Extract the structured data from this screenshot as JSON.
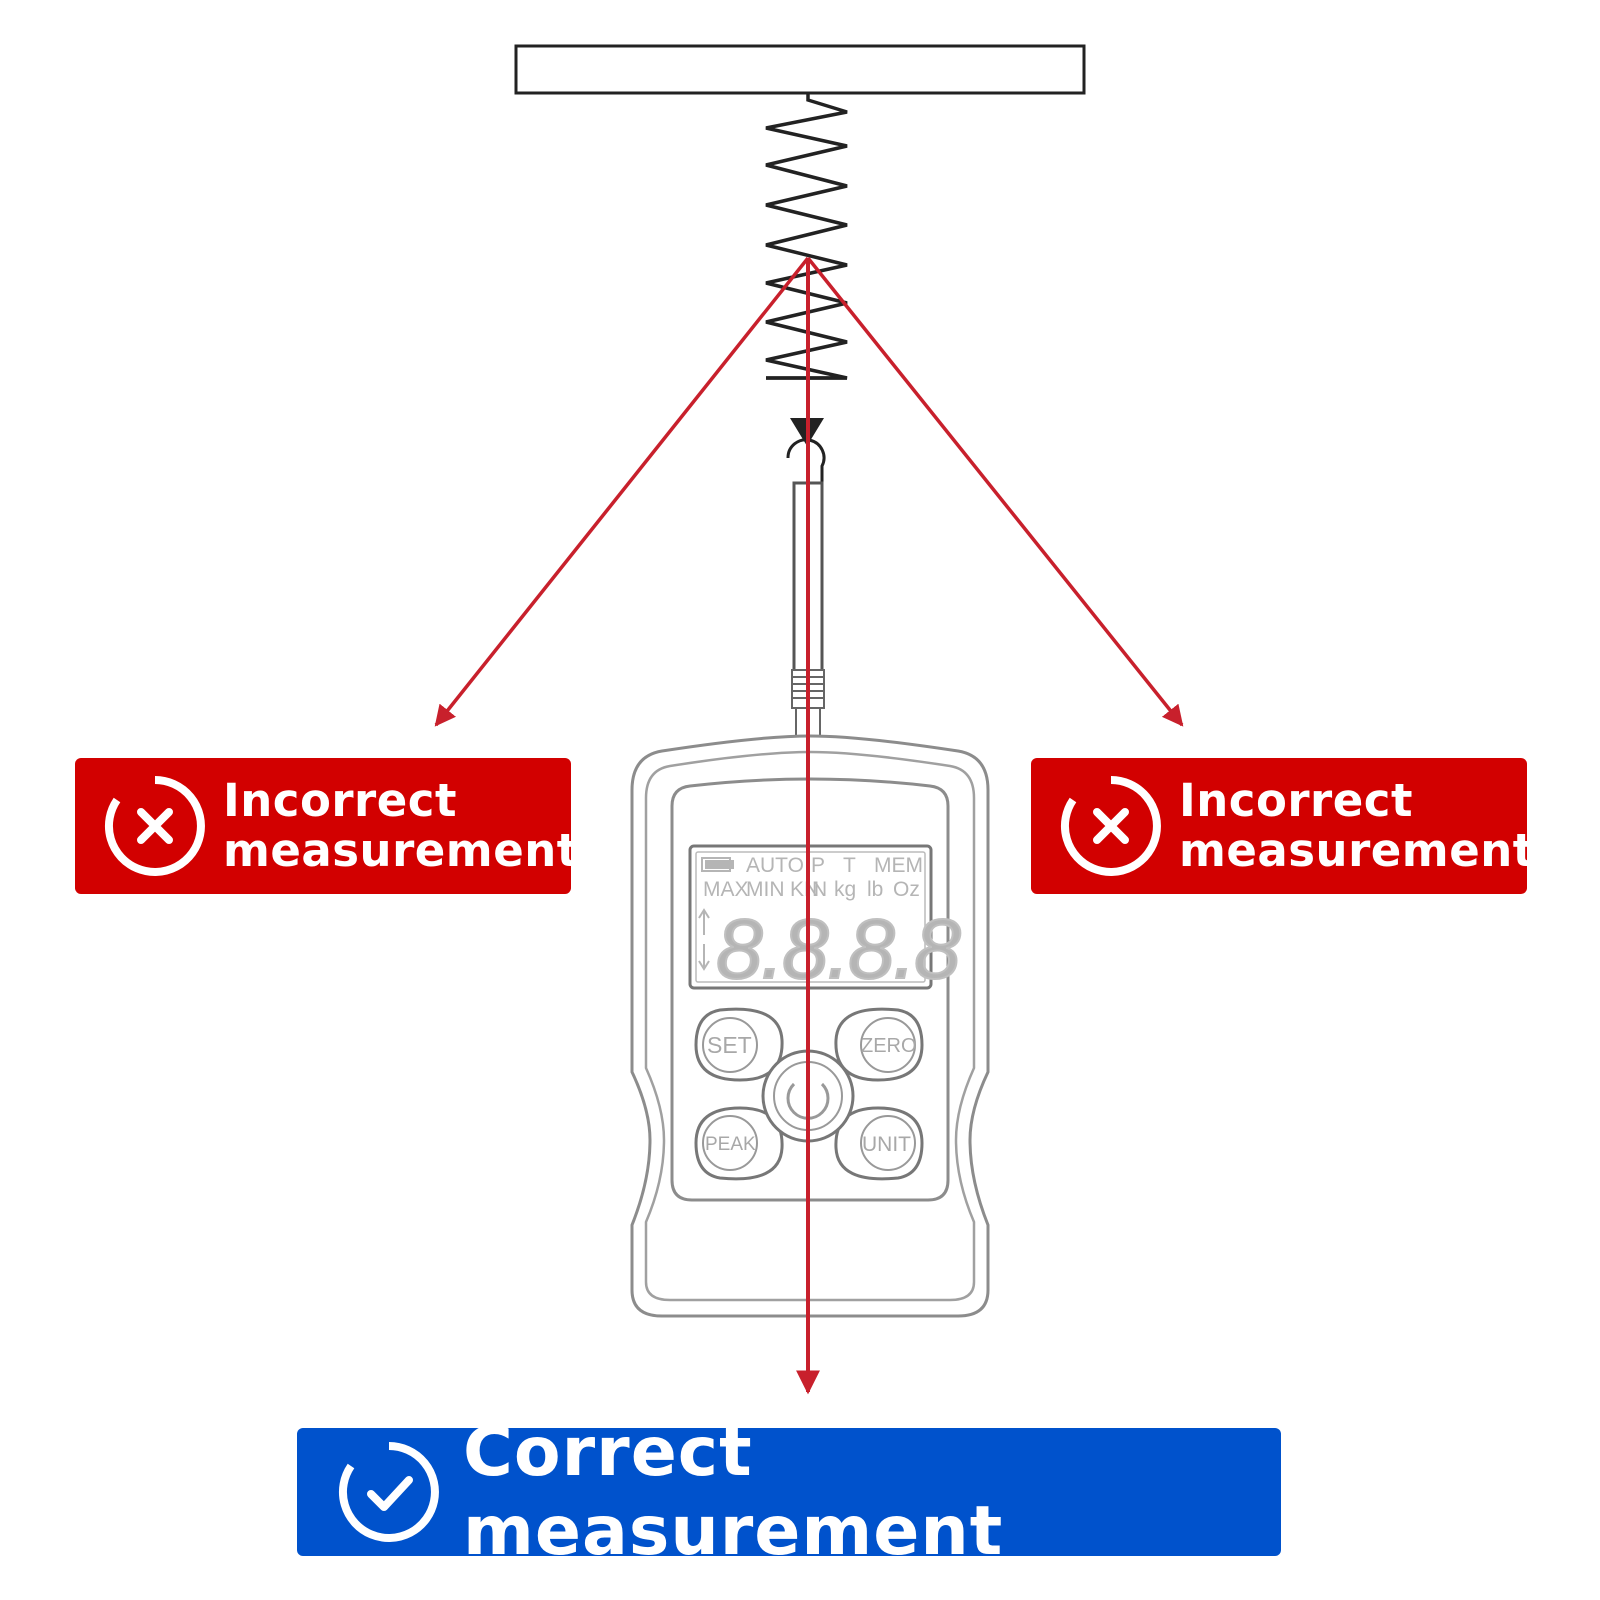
{
  "colors": {
    "incorrect": "#d20000",
    "correct": "#0052cc",
    "arrow": "#c8202c",
    "line": "#222222",
    "device_outline": "#8c8c8c"
  },
  "badges": {
    "left": {
      "line1": "Incorrect",
      "line2": "measurement",
      "icon": "x-circle-icon"
    },
    "right": {
      "line1": "Incorrect",
      "line2": "measurement",
      "icon": "x-circle-icon"
    },
    "correct": {
      "label": "Correct measurement",
      "icon": "check-circle-icon"
    }
  },
  "device": {
    "lcd": {
      "row1": [
        "AUTO",
        "P",
        "T",
        "MEM"
      ],
      "row2": [
        "MAX",
        "MIN",
        "KN",
        "N",
        "kg",
        "lb",
        "Oz"
      ],
      "digits": "8.8.8.8"
    },
    "buttons": {
      "set": "SET",
      "zero": "ZERO",
      "peak": "PEAK",
      "unit": "UNIT"
    }
  }
}
